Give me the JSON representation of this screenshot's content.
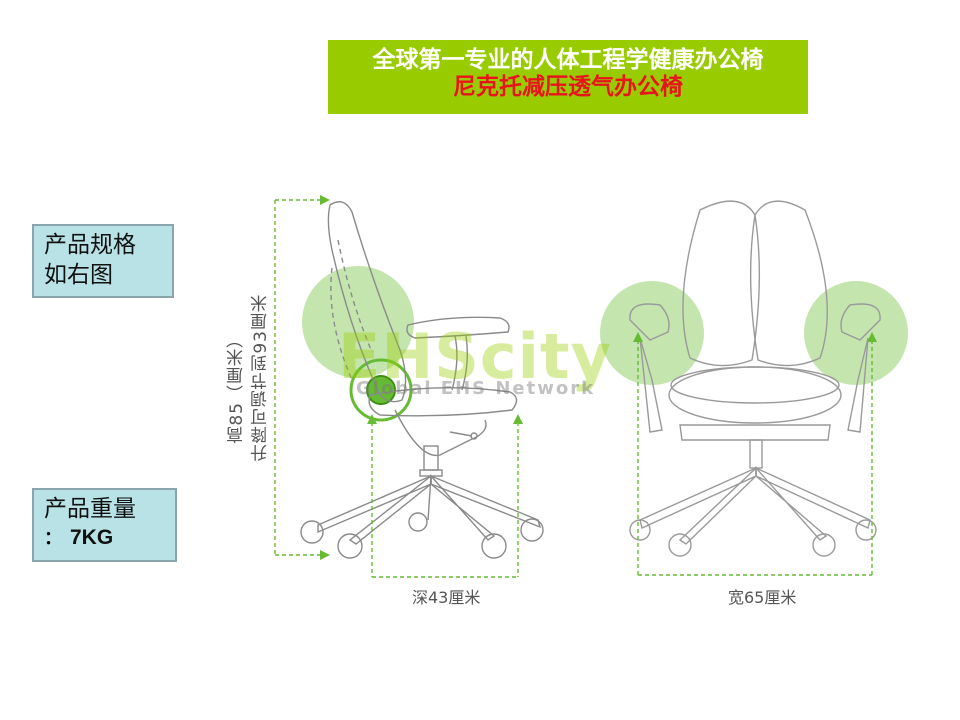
{
  "banner": {
    "title": "全球第一专业的人体工程学健康办公椅",
    "subtitle": "尼克托减压透气办公椅",
    "bg_color": "#99cc00",
    "title_color": "#ffffff",
    "subtitle_color": "#e8141c"
  },
  "spec_box": {
    "line1": "产品规格",
    "line2": "如右图"
  },
  "weight_box": {
    "line1": "产品重量",
    "colon": "：",
    "value": "7KG"
  },
  "diagram": {
    "height_label_line1": "高85（厘米）",
    "height_label_line2": "升降可调节到93厘米",
    "depth_label": "深43厘米",
    "width_label": "宽65厘米",
    "accent_color": "#66bb33"
  },
  "watermark": {
    "main": "EHScity",
    "sub": "Global EHS Network"
  }
}
